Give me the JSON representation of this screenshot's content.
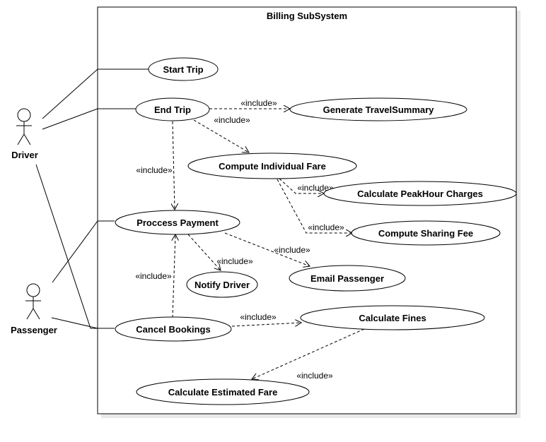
{
  "system": {
    "title": "Billing SubSystem"
  },
  "actors": {
    "driver": "Driver",
    "passenger": "Passenger"
  },
  "use_cases": {
    "start_trip": "Start Trip",
    "end_trip": "End Trip",
    "generate_travel_summary": "Generate TravelSummary",
    "compute_individual_fare": "Compute Individual Fare",
    "calculate_peak_hour_charges": "Calculate PeakHour Charges",
    "compute_sharing_fee": "Compute Sharing Fee",
    "process_payment": "Proccess Payment",
    "notify_driver": "Notify Driver",
    "email_passenger": "Email Passenger",
    "cancel_bookings": "Cancel Bookings",
    "calculate_fines": "Calculate Fines",
    "calculate_estimated_fare": "Calculate Estimated Fare"
  },
  "relations": {
    "include": "«include»"
  },
  "colors": {
    "line": "#000000",
    "shadow": "#e6e6e6",
    "background": "#ffffff"
  }
}
